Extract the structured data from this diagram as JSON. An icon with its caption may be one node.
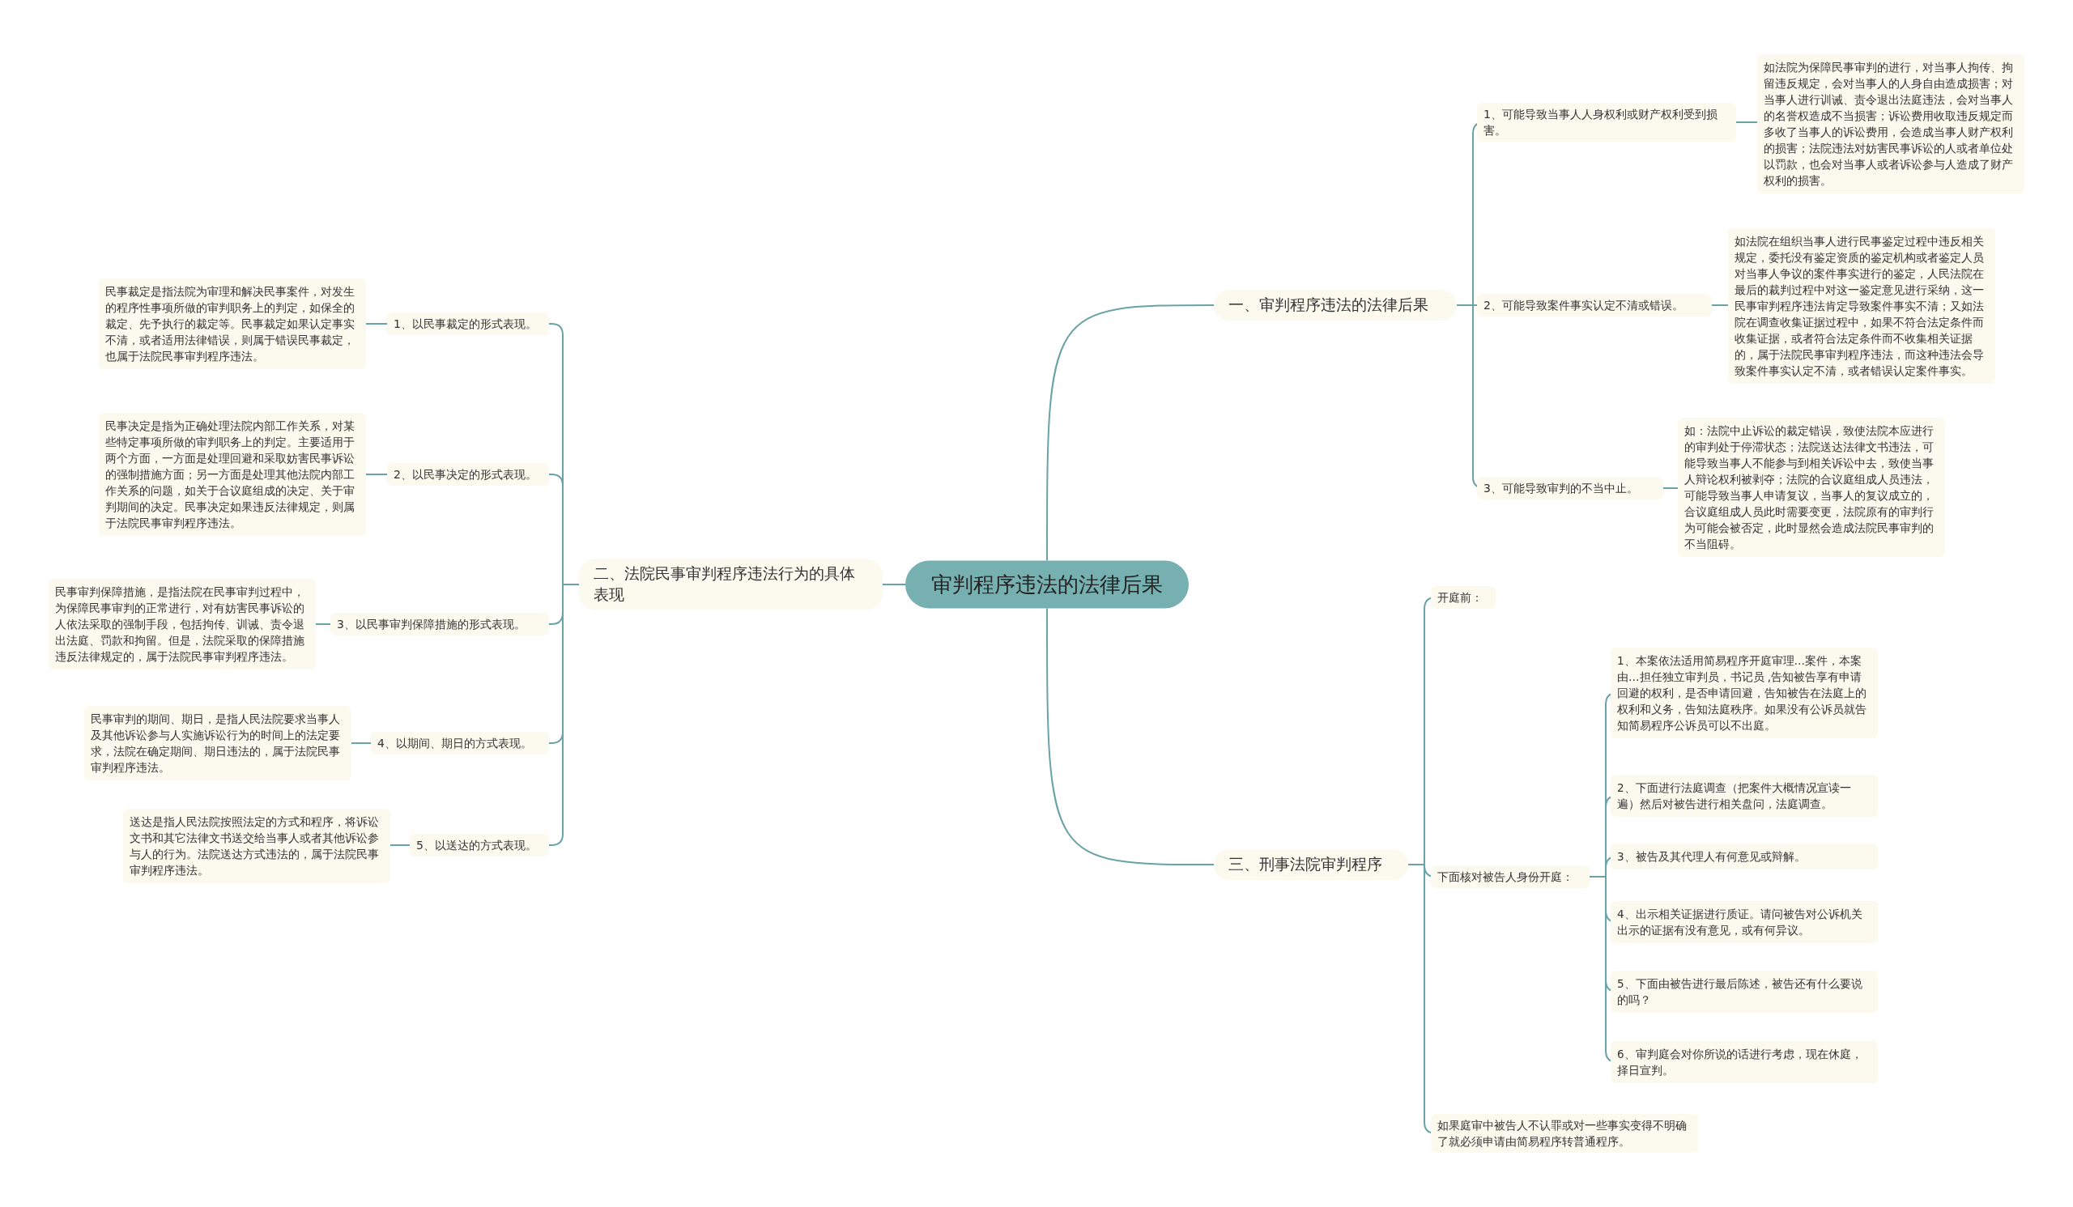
{
  "diagram": {
    "nodes": [
      {
        "text": [
          "审判程序违法的法律后果"
        ]
      },
      {
        "text": [
          "一、审判程序违法的法律后果"
        ]
      },
      {
        "text": [
          "1、可能导致当事人人身权利或财产权利受到损害。"
        ]
      },
      {
        "text": [
          "如法院为保障民事审判的进行，对当事人拘传、拘留违反规定，会对当事人的人身自由造成损害；对当事人进行训诫、责令退出法庭违法，会对当事人的名誉权造成不当损害；诉讼费用收取违反规定而多收了当事人的诉讼费用，会造成当事人财产权利的损害；法院违法对妨害民事诉讼的人或者单位处以罚款，也会对当事人或者诉讼参与人造成了财产权利的损害。"
        ]
      },
      {
        "text": [
          "2、可能导致案件事实认定不清或错误。"
        ]
      },
      {
        "text": [
          "如法院在组织当事人进行民事鉴定过程中违反相关规定，委托没有鉴定资质的鉴定机构或者鉴定人员对当事人争议的案件事实进行的鉴定，人民法院在最后的裁判过程中对这一鉴定意见进行采纳，这一民事审判程序违法肯定导致案件事实不清；又如法院在调查收集证据过程中，如果不符合法定条件而收集证据，或者符合法定条件而不收集相关证据的，属于法院民事审判程序违法，而这种违法会导致案件事实认定不清，或者错误认定案件事实。"
        ]
      },
      {
        "text": [
          "3、可能导致审判的不当中止。"
        ]
      },
      {
        "text": [
          "如：法院中止诉讼的裁定错误，致使法院本应进行的审判处于停滞状态；法院送达法律文书违法，可能导致当事人不能参与到相关诉讼中去，致使当事人辩论权利被剥夺；法院的合议庭组成人员违法，可能导致当事人申请复议，当事人的复议成立的，合议庭组成人员此时需要变更，法院原有的审判行为可能会被否定，此时显然会造成法院民事审判的不当阻碍。"
        ]
      },
      {
        "text": [
          "二、法院民事审判程序违法行为的具体表现"
        ]
      },
      {
        "text": [
          "1、以民事裁定的形式表现。"
        ]
      },
      {
        "text": [
          "民事裁定是指法院为审理和解决民事案件，对发生的程序性事项所做的审判职务上的判定，如保全的裁定、先予执行的裁定等。民事裁定如果认定事实不清，或者适用法律错误，则属于错误民事裁定，也属于法院民事审判程序违法。"
        ]
      },
      {
        "text": [
          "2、以民事决定的形式表现。"
        ]
      },
      {
        "text": [
          "民事决定是指为正确处理法院内部工作关系，对某些特定事项所做的审判职务上的判定。主要适用于两个方面，一方面是处理回避和采取妨害民事诉讼的强制措施方面；另一方面是处理其他法院内部工作关系的问题，如关于合议庭组成的决定、关于审判期间的决定。民事决定如果违反法律规定，则属于法院民事审判程序违法。"
        ]
      },
      {
        "text": [
          "3、以民事审判保障措施的形式表现。"
        ]
      },
      {
        "text": [
          "民事审判保障措施，是指法院在民事审判过程中，为保障民事审判的正常进行，对有妨害民事诉讼的人依法采取的强制手段，包括拘传、训诫、责令退出法庭、罚款和拘留。但是，法院采取的保障措施违反法律规定的，属于法院民事审判程序违法。"
        ]
      },
      {
        "text": [
          "4、以期间、期日的方式表现。"
        ]
      },
      {
        "text": [
          "民事审判的期间、期日，是指人民法院要求当事人及其他诉讼参与人实施诉讼行为的时间上的法定要求，法院在确定期间、期日违法的，属于法院民事审判程序违法。"
        ]
      },
      {
        "text": [
          "5、以送达的方式表现。"
        ]
      },
      {
        "text": [
          "送达是指人民法院按照法定的方式和程序，将诉讼文书和其它法律文书送交给当事人或者其他诉讼参与人的行为。法院送达方式违法的，属于法院民事审判程序违法。"
        ]
      },
      {
        "text": [
          "三、刑事法院审判程序"
        ]
      },
      {
        "text": [
          "开庭前："
        ]
      },
      {
        "text": [
          "下面核对被告人身份开庭："
        ]
      },
      {
        "text": [
          "1、本案依法适用简易程序开庭审理…案件，本案由…担任独立审判员，书记员 ,告知被告享有申请回避的权利，是否申请回避，告知被告在法庭上的权利和义务，告知法庭秩序。如果没有公诉员就告知简易程序公诉员可以不出庭。"
        ]
      },
      {
        "text": [
          "2、下面进行法庭调查（把案件大概情况宣读一遍）然后对被告进行相关盘问，法庭调查。"
        ]
      },
      {
        "text": [
          "3、被告及其代理人有何意见或辩解。"
        ]
      },
      {
        "text": [
          "4、出示相关证据进行质证。请问被告对公诉机关出示的证据有没有意见，或有何异议。"
        ]
      },
      {
        "text": [
          "5、下面由被告进行最后陈述，被告还有什么要说的吗？"
        ]
      },
      {
        "text": [
          "6、审判庭会对你所说的话进行考虑，现在休庭，择日宣判。"
        ]
      },
      {
        "text": [
          "如果庭审中被告人不认罪或对一些事实变得不明确了就必须申请由简易程序转普通程序。"
        ]
      }
    ],
    "edges": [
      {
        "from": 0,
        "to": 1,
        "arrow": "none"
      },
      {
        "from": 0,
        "to": 8,
        "arrow": "none"
      },
      {
        "from": 0,
        "to": 19,
        "arrow": "none"
      },
      {
        "from": 1,
        "to": 2,
        "arrow": "none"
      },
      {
        "from": 1,
        "to": 4,
        "arrow": "none"
      },
      {
        "from": 1,
        "to": 6,
        "arrow": "none"
      },
      {
        "from": 2,
        "to": 3,
        "arrow": "none"
      },
      {
        "from": 4,
        "to": 5,
        "arrow": "none"
      },
      {
        "from": 6,
        "to": 7,
        "arrow": "none"
      },
      {
        "from": 8,
        "to": 9,
        "arrow": "none"
      },
      {
        "from": 8,
        "to": 11,
        "arrow": "none"
      },
      {
        "from": 8,
        "to": 13,
        "arrow": "none"
      },
      {
        "from": 8,
        "to": 15,
        "arrow": "none"
      },
      {
        "from": 8,
        "to": 17,
        "arrow": "none"
      },
      {
        "from": 9,
        "to": 10,
        "arrow": "none"
      },
      {
        "from": 11,
        "to": 12,
        "arrow": "none"
      },
      {
        "from": 13,
        "to": 14,
        "arrow": "none"
      },
      {
        "from": 15,
        "to": 16,
        "arrow": "none"
      },
      {
        "from": 17,
        "to": 18,
        "arrow": "none"
      },
      {
        "from": 19,
        "to": 20,
        "arrow": "none"
      },
      {
        "from": 19,
        "to": 21,
        "arrow": "none"
      },
      {
        "from": 19,
        "to": 28,
        "arrow": "none"
      },
      {
        "from": 21,
        "to": 22,
        "arrow": "none"
      },
      {
        "from": 21,
        "to": 23,
        "arrow": "none"
      },
      {
        "from": 21,
        "to": 24,
        "arrow": "none"
      },
      {
        "from": 21,
        "to": 25,
        "arrow": "none"
      },
      {
        "from": 21,
        "to": 26,
        "arrow": "none"
      },
      {
        "from": 21,
        "to": 27,
        "arrow": "none"
      }
    ]
  }
}
